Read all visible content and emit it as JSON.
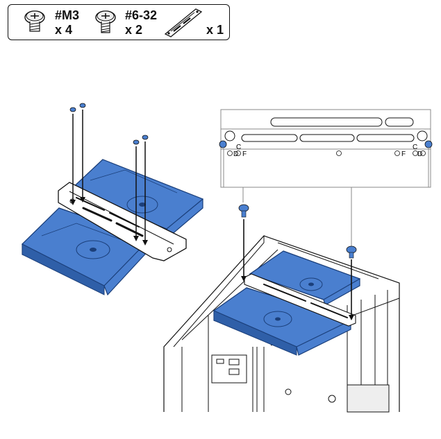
{
  "parts": [
    {
      "name": "#M3",
      "qty": "x 4",
      "icon": "m3-screw-icon"
    },
    {
      "name": "#6-32",
      "qty": "x 2",
      "icon": "6-32-screw-icon"
    },
    {
      "name": "",
      "qty": "x 1",
      "icon": "mounting-bracket-icon"
    }
  ],
  "bracket_labels": {
    "left_top": "C",
    "left_bottom": "D",
    "left_f": "F",
    "right_top": "C",
    "right_bottom": "D",
    "right_f": "F"
  },
  "colors": {
    "drive": "#4a7fcf",
    "drive_dark": "#2f5fa8",
    "line": "#111111",
    "screw_highlight": "#4a7fcf"
  }
}
